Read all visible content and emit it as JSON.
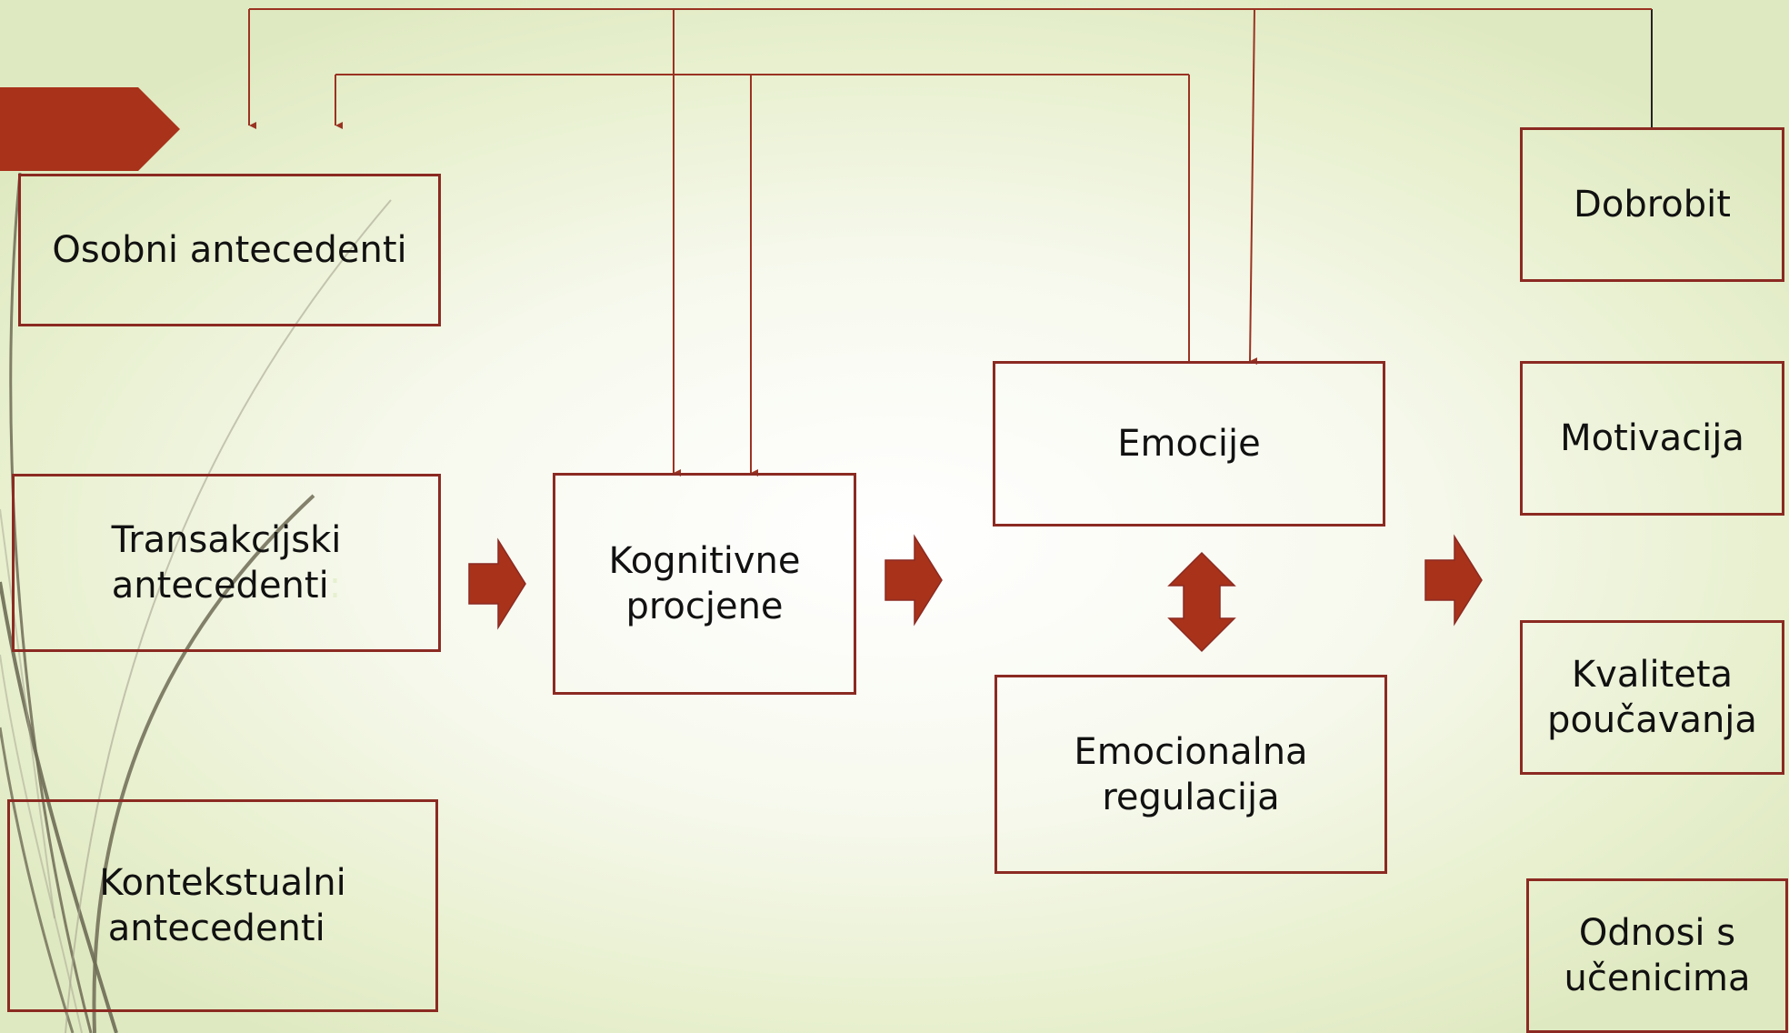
{
  "colors": {
    "accent": "#a8321a",
    "line": "#9a3322",
    "border": "#8b2a22",
    "swoosh": "#6e6b55"
  },
  "boxes": {
    "osobni": {
      "text": "Osobni antecedenti"
    },
    "transakcijski": {
      "text": "Transakcijski\nantecedenti",
      "trailing": ":"
    },
    "kontekstualni": {
      "text": "Kontekstualni\nantecedenti",
      "trailing": ":"
    },
    "kognitivne": {
      "text": "Kognitivne\nprocjene"
    },
    "emocije": {
      "text": "Emocije"
    },
    "regulacija": {
      "text": "Emocionalna\nregulacija"
    },
    "dobrobit": {
      "text": "Dobrobit"
    },
    "motivacija": {
      "text": "Motivacija"
    },
    "kvaliteta": {
      "text": "Kvaliteta\npoučavanja"
    },
    "odnosi": {
      "text": "Odnosi s\nučenicima"
    }
  }
}
